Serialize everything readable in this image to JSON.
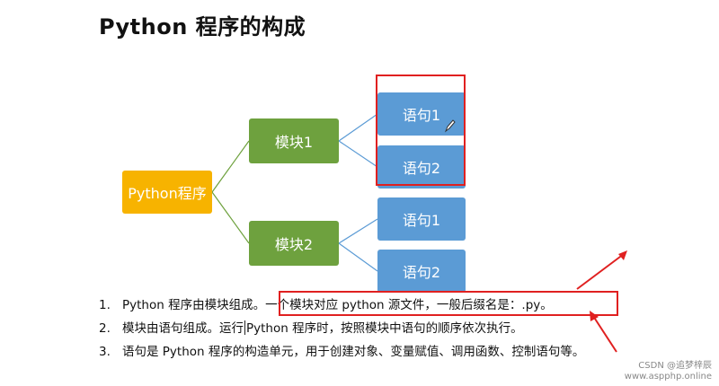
{
  "slide": {
    "title": "Python 程序的构成",
    "root_label": "Python程序",
    "modules": [
      {
        "label": "模块1",
        "statements": [
          "语句1",
          "语句2"
        ]
      },
      {
        "label": "模块2",
        "statements": [
          "语句1",
          "语句2"
        ]
      }
    ],
    "points": [
      {
        "num": "1.",
        "text_a": "Python 程序由模块组成。",
        "text_b": "一个模块对应 python 源文件，一般后缀名是：.py。"
      },
      {
        "num": "2.",
        "text_a": "模块由语句组成。运行",
        "text_b": "Python 程序时，按照模块中语句的顺序依次执行。"
      },
      {
        "num": "3.",
        "text_a": "语句是 Python 程序的构造单元，用于创建对象、变量赋值、调用函数、控制语句等。",
        "text_b": ""
      }
    ]
  },
  "watermark": {
    "line1": "CSDN @追梦梓辰",
    "line2": "www.aspphp.online"
  },
  "colors": {
    "root": "#f7b300",
    "module": "#6ea13e",
    "statement": "#5b9bd5",
    "highlight": "#e02020"
  }
}
